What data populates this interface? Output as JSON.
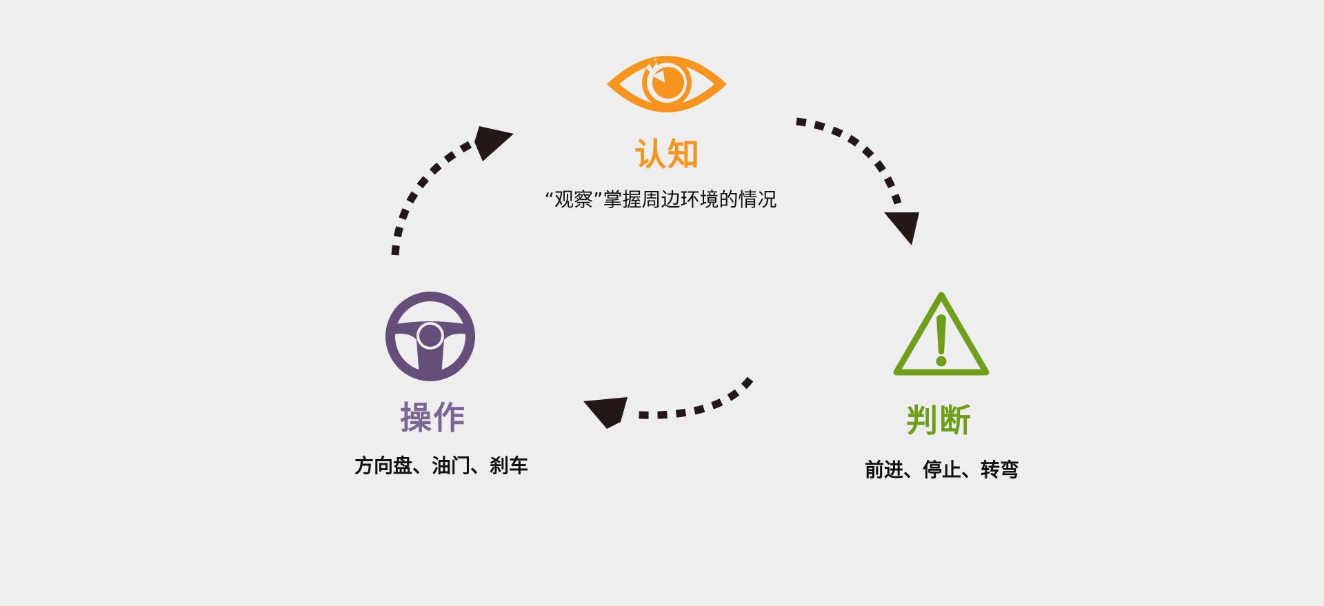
{
  "colors": {
    "background": "#eeeeee",
    "recognize": "#f7941d",
    "judge": "#6f9e1b",
    "operate": "#654f7a",
    "operate_text": "#7b6595",
    "arrow": "#231815",
    "text": "#111111"
  },
  "nodes": {
    "recognize": {
      "icon": "eye-icon",
      "title": "认知",
      "description": "“观察”掌握周边环境的情况"
    },
    "judge": {
      "icon": "warning-icon",
      "title": "判断",
      "description": "前进、停止、转弯"
    },
    "operate": {
      "icon": "steering-wheel-icon",
      "title": "操作",
      "description": "方向盘、油门、刹车"
    }
  },
  "arrows": [
    {
      "from": "recognize",
      "to": "judge",
      "icon": "dashed-arrow-icon"
    },
    {
      "from": "judge",
      "to": "operate",
      "icon": "dashed-arrow-icon"
    },
    {
      "from": "operate",
      "to": "recognize",
      "icon": "dashed-arrow-icon"
    }
  ]
}
